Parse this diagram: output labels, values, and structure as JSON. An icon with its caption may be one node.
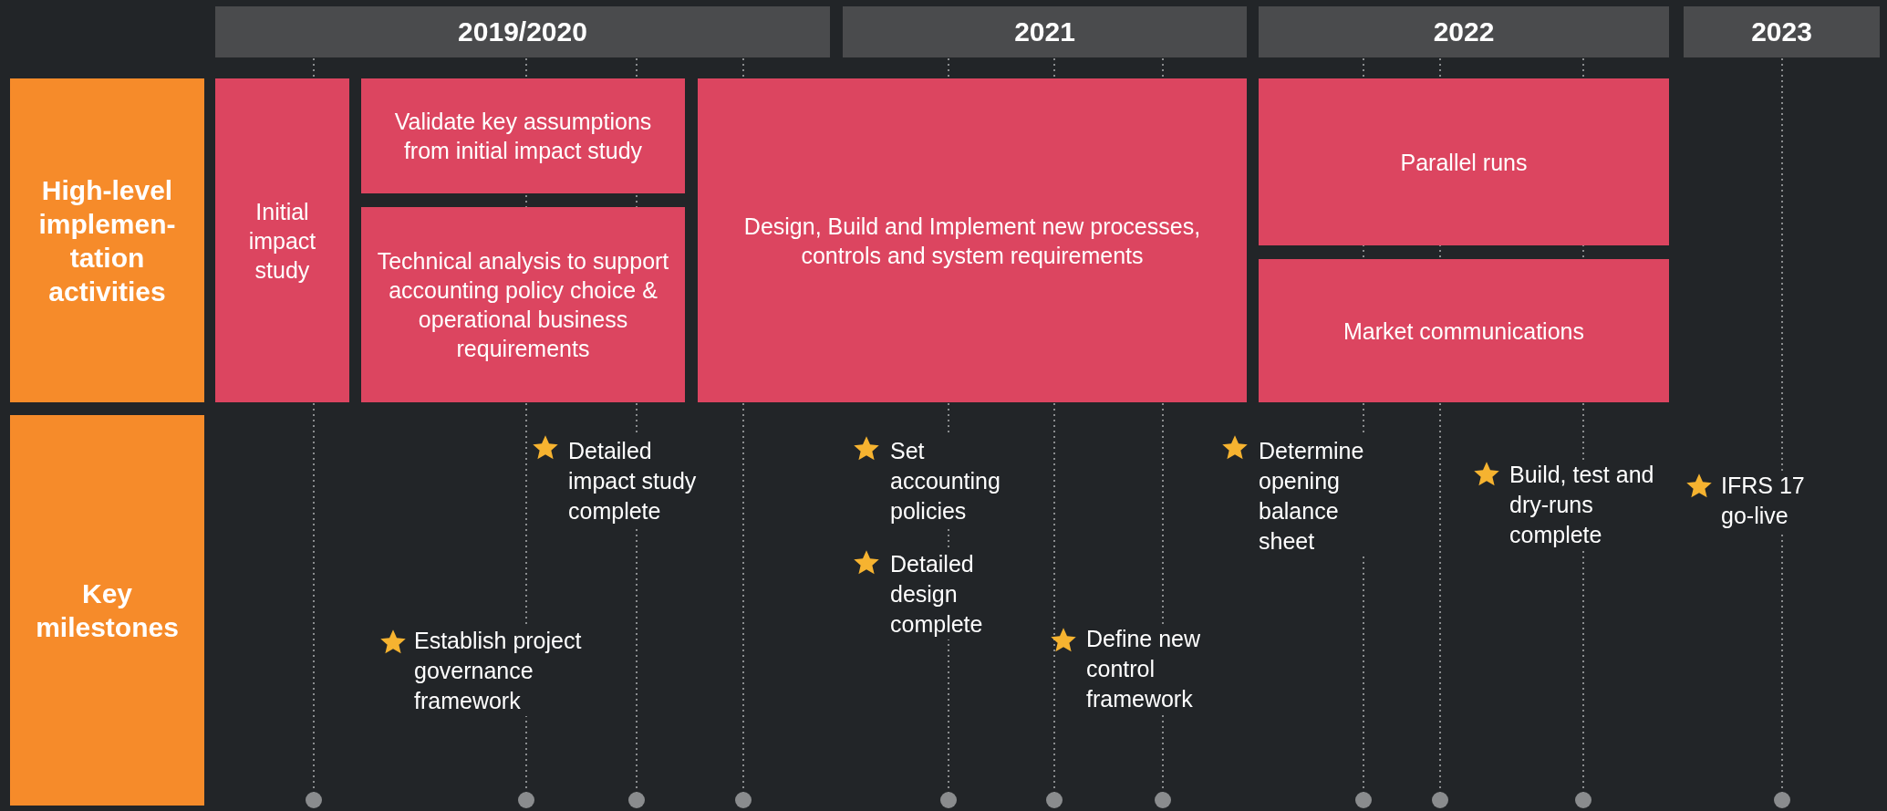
{
  "diagram": {
    "nodes": [
      {
        "text": [
          "2019/2020"
        ]
      },
      {
        "text": [
          "2021"
        ]
      },
      {
        "text": [
          "2022"
        ]
      },
      {
        "text": [
          "2023"
        ]
      },
      {
        "text": [
          "High-level implemen-tation activities"
        ]
      },
      {
        "text": [
          "Key milestones"
        ]
      },
      {
        "text": [
          "Initial impact study"
        ]
      },
      {
        "text": [
          "Validate key assumptions from initial impact study"
        ]
      },
      {
        "text": [
          "Technical analysis to support accounting policy choice & operational business requirements"
        ]
      },
      {
        "text": [
          "Design, Build and Implement new processes, controls and system requirements"
        ]
      },
      {
        "text": [
          "Parallel runs"
        ]
      },
      {
        "text": [
          "Market communications"
        ]
      }
    ],
    "edges": [],
    "labels": [
      "Detailed impact study complete",
      "Set accounting policies",
      "Determine opening balance sheet",
      "IFRS 17 go-live",
      "Build, test and dry-runs complete",
      "Detailed design complete",
      "Define new control framework",
      "Establish project governance framework"
    ]
  }
}
